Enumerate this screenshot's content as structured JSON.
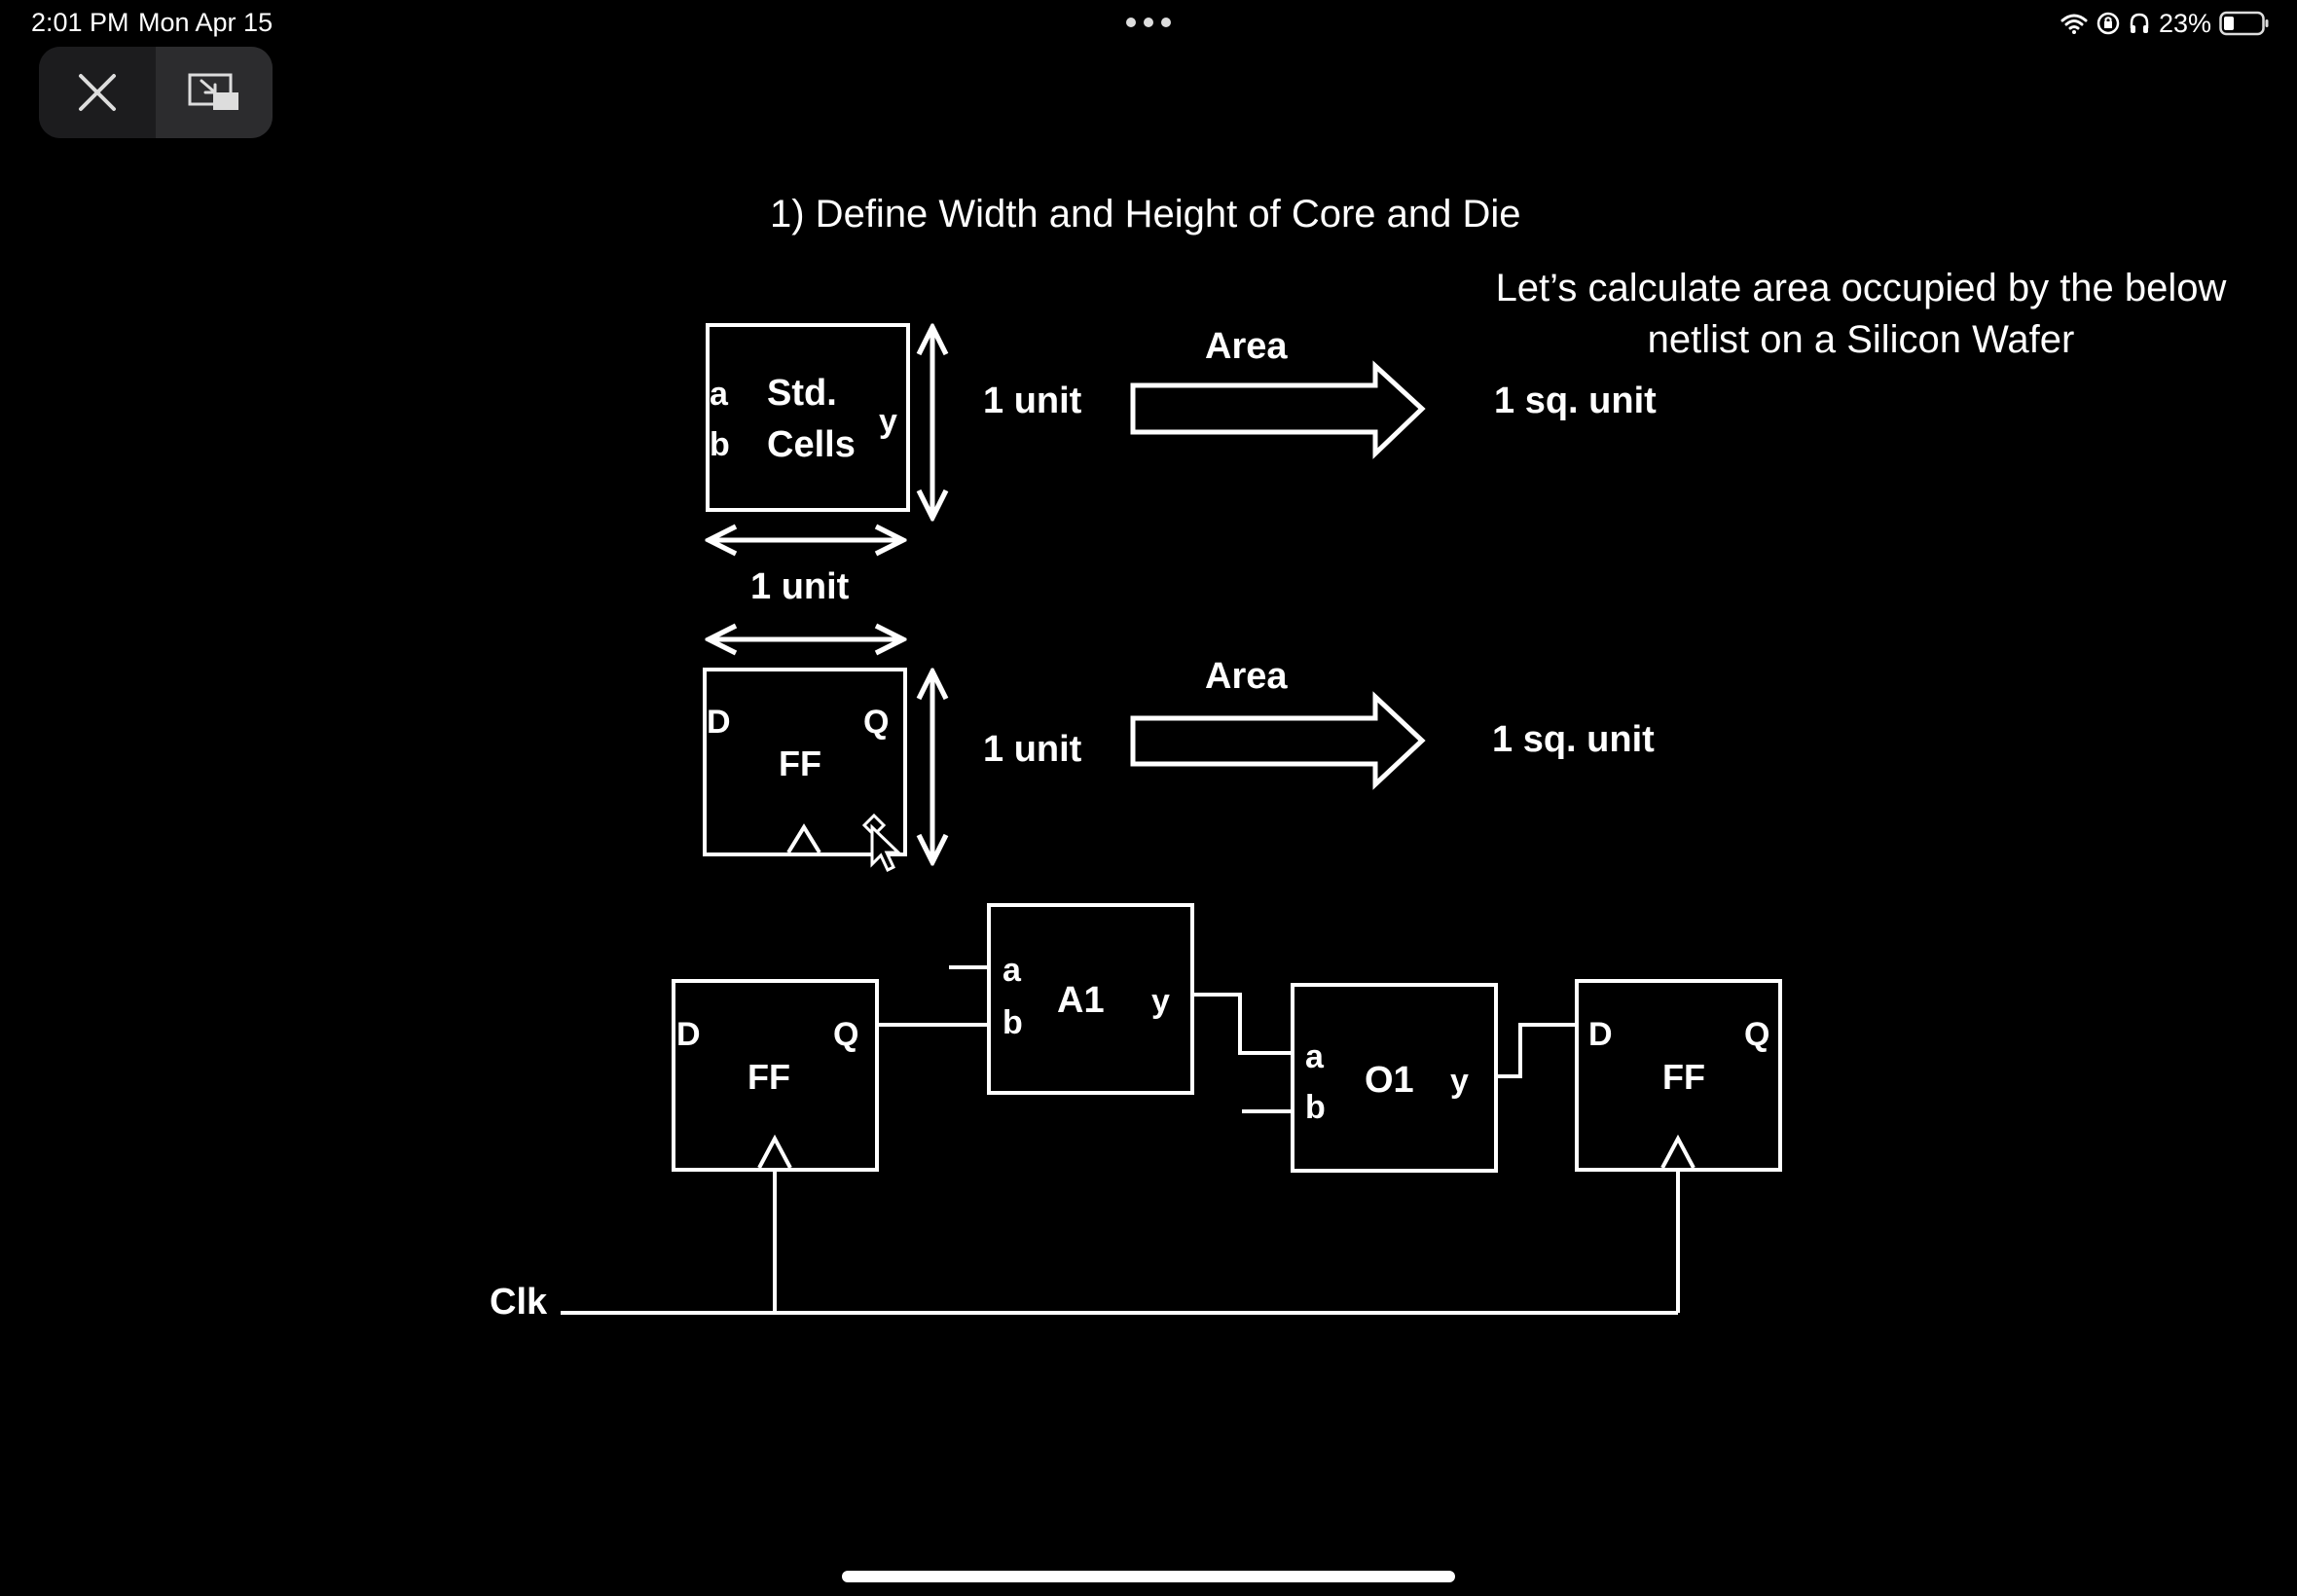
{
  "status_bar": {
    "time": "2:01 PM",
    "date": "Mon Apr 15",
    "battery_percent": "23%",
    "battery_level": 0.23
  },
  "pip_controls": {
    "close_icon": "close-icon",
    "restore_icon": "picture-in-picture-restore-icon"
  },
  "slide": {
    "title": "1) Define Width and Height of Core and Die",
    "note": "Let’s calculate area occupied by the below netlist on a Silicon Wafer",
    "std_cell": {
      "input_a": "a",
      "input_b": "b",
      "label_line1": "Std.",
      "label_line2": "Cells",
      "output": "y",
      "height_label": "1 unit",
      "width_label": "1 unit",
      "area_label": "Area",
      "area_value": "1 sq. unit"
    },
    "flip_flop_cell": {
      "input": "D",
      "output": "Q",
      "label": "FF",
      "height_label": "1 unit",
      "area_label": "Area",
      "area_value": "1 sq. unit"
    },
    "netlist": {
      "ff1": {
        "d": "D",
        "q": "Q",
        "label": "FF"
      },
      "a1": {
        "a": "a",
        "b": "b",
        "label": "A1",
        "y": "y"
      },
      "o1": {
        "a": "a",
        "b": "b",
        "label": "O1",
        "y": "y"
      },
      "ff2": {
        "d": "D",
        "q": "Q",
        "label": "FF"
      },
      "clock": "Clk"
    }
  }
}
